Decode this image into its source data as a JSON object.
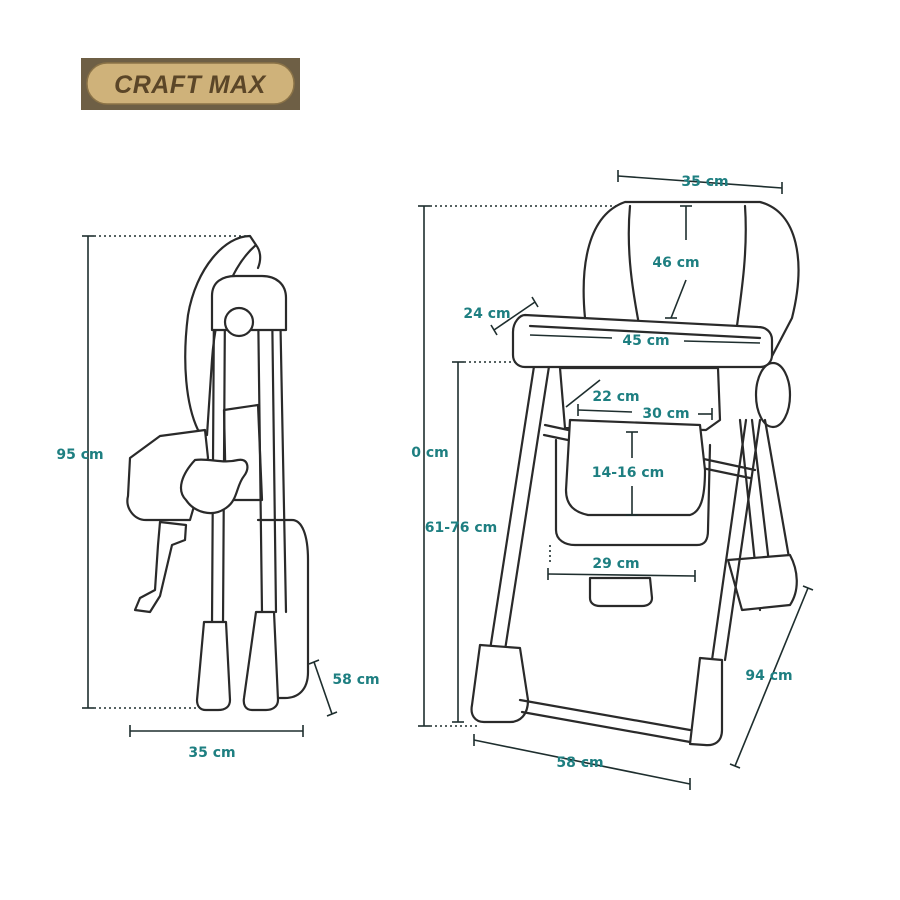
{
  "brand": {
    "name": "CRAFT MAX"
  },
  "colors": {
    "dimension": "#1e7f81",
    "outline": "#2a2a2a",
    "logo_bg": "#6e5f45",
    "logo_inner": "#cfb27a",
    "logo_text": "#5b4628"
  },
  "side_view": {
    "height_label": "95 cm",
    "width_label": "35 cm",
    "depth_label": "58 cm"
  },
  "front_view": {
    "top_width_label": "35 cm",
    "backrest_height_label": "46 cm",
    "tray_depth_label": "24 cm",
    "tray_width_label": "45 cm",
    "seat_depth_label": "22 cm",
    "seat_width_label": "30 cm",
    "seat_height_label": "14-16 cm",
    "footrest_width_label": "29 cm",
    "total_height_label": "0 cm",
    "tray_height_label": "61-76 cm",
    "base_width_label": "58 cm",
    "base_depth_label": "94 cm"
  }
}
